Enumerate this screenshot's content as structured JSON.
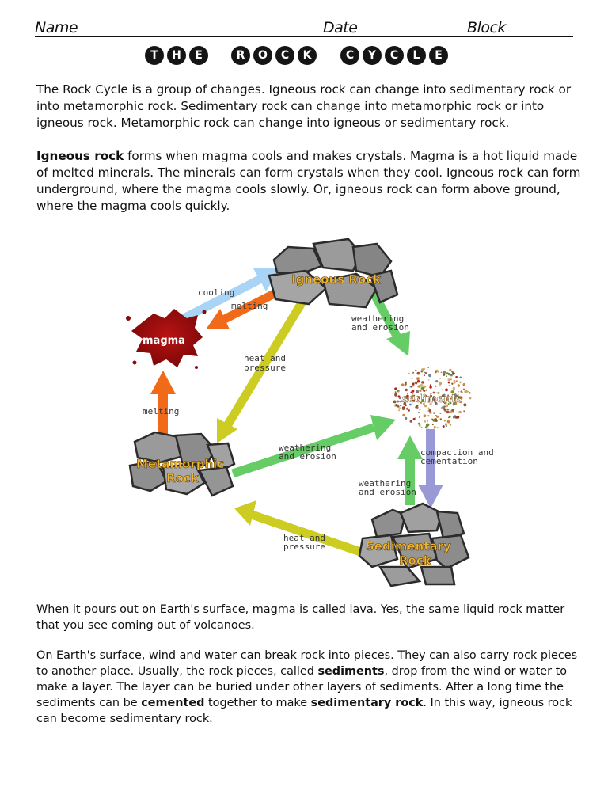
{
  "header": {
    "name_label": "Name",
    "date_label": "Date",
    "block_label": "Block"
  },
  "title": {
    "letters": [
      "T",
      "H",
      "E",
      "R",
      "O",
      "C",
      "K",
      "C",
      "Y",
      "C",
      "L",
      "E"
    ]
  },
  "intro": "The Rock Cycle is a group of changes. Igneous rock can change into sedimentary rock or into metamorphic rock. Sedimentary rock can change into metamorphic rock or into igneous rock. Metamorphic rock can change into igneous or sedimentary rock.",
  "igneous_para": {
    "term": "Igneous rock",
    "rest": " forms when magma cools and makes crystals. Magma is a hot liquid made of melted minerals. The minerals can form crystals when they cool. Igneous rock can form underground, where the magma cools slowly. Or, igneous rock can form above ground, where the magma cools quickly."
  },
  "diagram": {
    "igneous": "Igneous Rock",
    "magma": "magma",
    "sediments": "sediments",
    "metamorphic_1": "Metamorphic",
    "metamorphic_2": "Rock",
    "sedimentary_1": "Sedimentary",
    "sedimentary_2": "Rock",
    "cooling": "cooling",
    "melting_top": "melting",
    "melting_left": "melting",
    "weathering_top_1": "weathering",
    "weathering_top_2": "and erosion",
    "heat_top_1": "heat and",
    "heat_top_2": "pressure",
    "weathering_mid_1": "weathering",
    "weathering_mid_2": "and erosion",
    "compaction_1": "compaction and",
    "compaction_2": "cementation",
    "weathering_bot_1": "weathering",
    "weathering_bot_2": "and erosion",
    "heat_bot_1": "heat and",
    "heat_bot_2": "pressure",
    "colors": {
      "cooling_arrow": "#a9d4f5",
      "melting_arrow": "#f06a1a",
      "weathering_arrow": "#66cc66",
      "heat_arrow": "#cccc22",
      "compaction_arrow": "#9999d6",
      "label_gold": "#f2b632",
      "magma_red": "#9e0a0a"
    }
  },
  "lava_para": "When it pours out on Earth's surface, magma is called lava. Yes, the same liquid rock matter that you see coming out of volcanoes.",
  "sediment_para": {
    "p1": "On Earth's surface, wind and water can break rock into pieces. They can also carry rock pieces to another place. Usually, the rock pieces, called ",
    "b1": "sediments",
    "p2": ", drop from the wind or water to make a layer. The layer can be buried under other layers of sediments. After a long time the sediments can be ",
    "b2": "cemented",
    "p3": " together to make ",
    "b3": "sedimentary rock",
    "p4": ". In this way, igneous rock can become sedimentary rock."
  }
}
